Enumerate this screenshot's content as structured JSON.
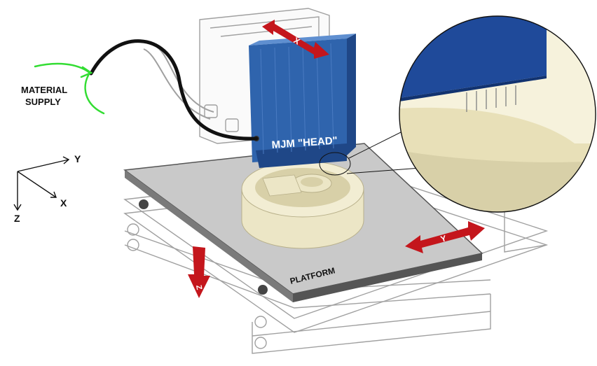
{
  "labels": {
    "material_supply_line1": "MATERIAL",
    "material_supply_line2": "SUPPLY",
    "head": "MJM \"HEAD\"",
    "platform": "PLATFORM",
    "axis_x": "X",
    "axis_y": "Y",
    "axis_z": "Z",
    "arrow_x": "X",
    "arrow_y": "Y",
    "arrow_z": "Z"
  },
  "colors": {
    "head_front": "#2f64ad",
    "head_side": "#1f4787",
    "head_top": "#5f8fd0",
    "arrow": "#c4161c",
    "supply_arrow": "#33dd33",
    "part": "#ece6c6",
    "part_shade": "#d8d0a8",
    "platform_top": "#c9c9c9",
    "platform_edge": "#555555",
    "frame_line": "#a0a0a0"
  },
  "icons": {
    "supply": "green-swirl-arrow",
    "x_motion": "double-headed-red-arrow",
    "y_motion": "double-headed-red-arrow",
    "z_motion": "down-red-arrow"
  }
}
